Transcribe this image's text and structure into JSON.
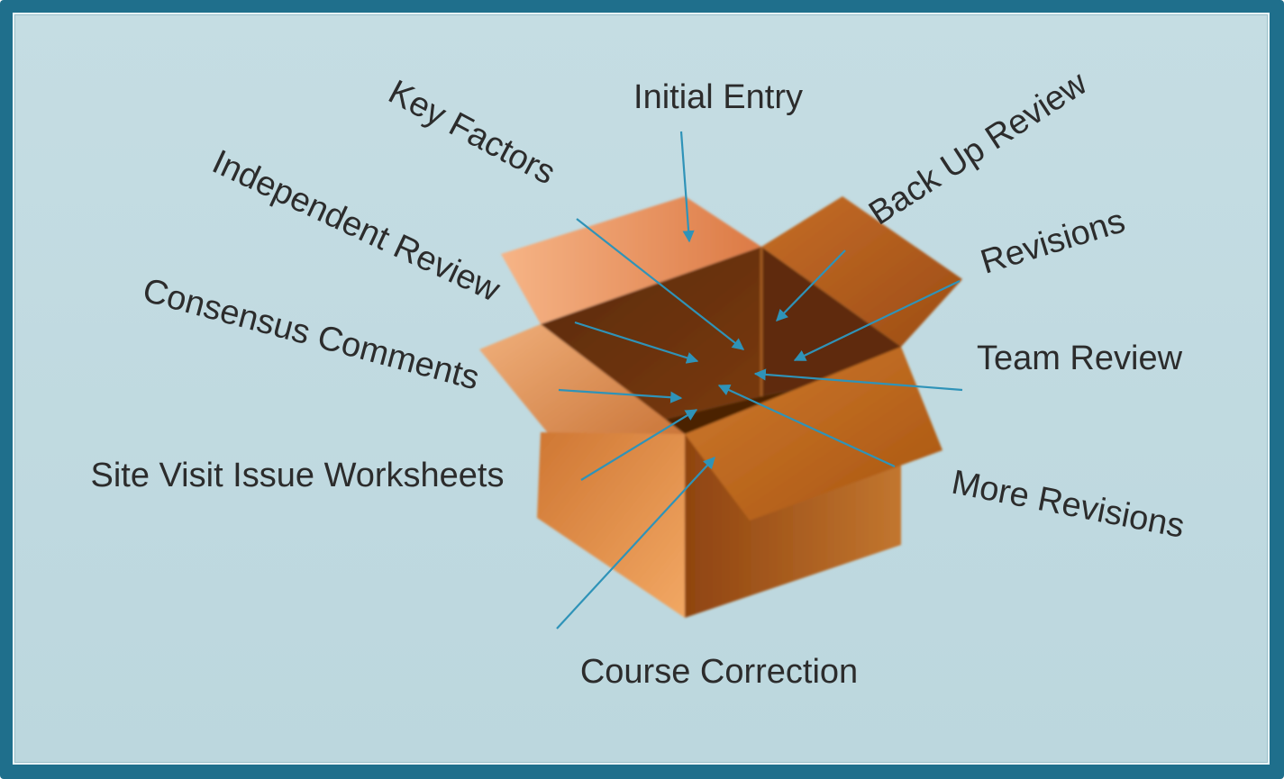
{
  "labels": {
    "initial_entry": "Initial Entry",
    "key_factors": "Key Factors",
    "back_up_review": "Back Up Review",
    "independent_review": "Independent Review",
    "revisions": "Revisions",
    "consensus_comments": "Consensus Comments",
    "team_review": "Team Review",
    "site_visit_issue_worksheets": "Site Visit Issue Worksheets",
    "more_revisions": "More Revisions",
    "course_correction": "Course Correction"
  },
  "colors": {
    "frame": "#1f6f8c",
    "background": "#c5dde3",
    "arrow": "#2f93b8",
    "box_light": "#e9a06a",
    "box_dark": "#7a3a0a",
    "text": "#2c2c2c"
  },
  "icons": {
    "center": "open-cardboard-box"
  }
}
